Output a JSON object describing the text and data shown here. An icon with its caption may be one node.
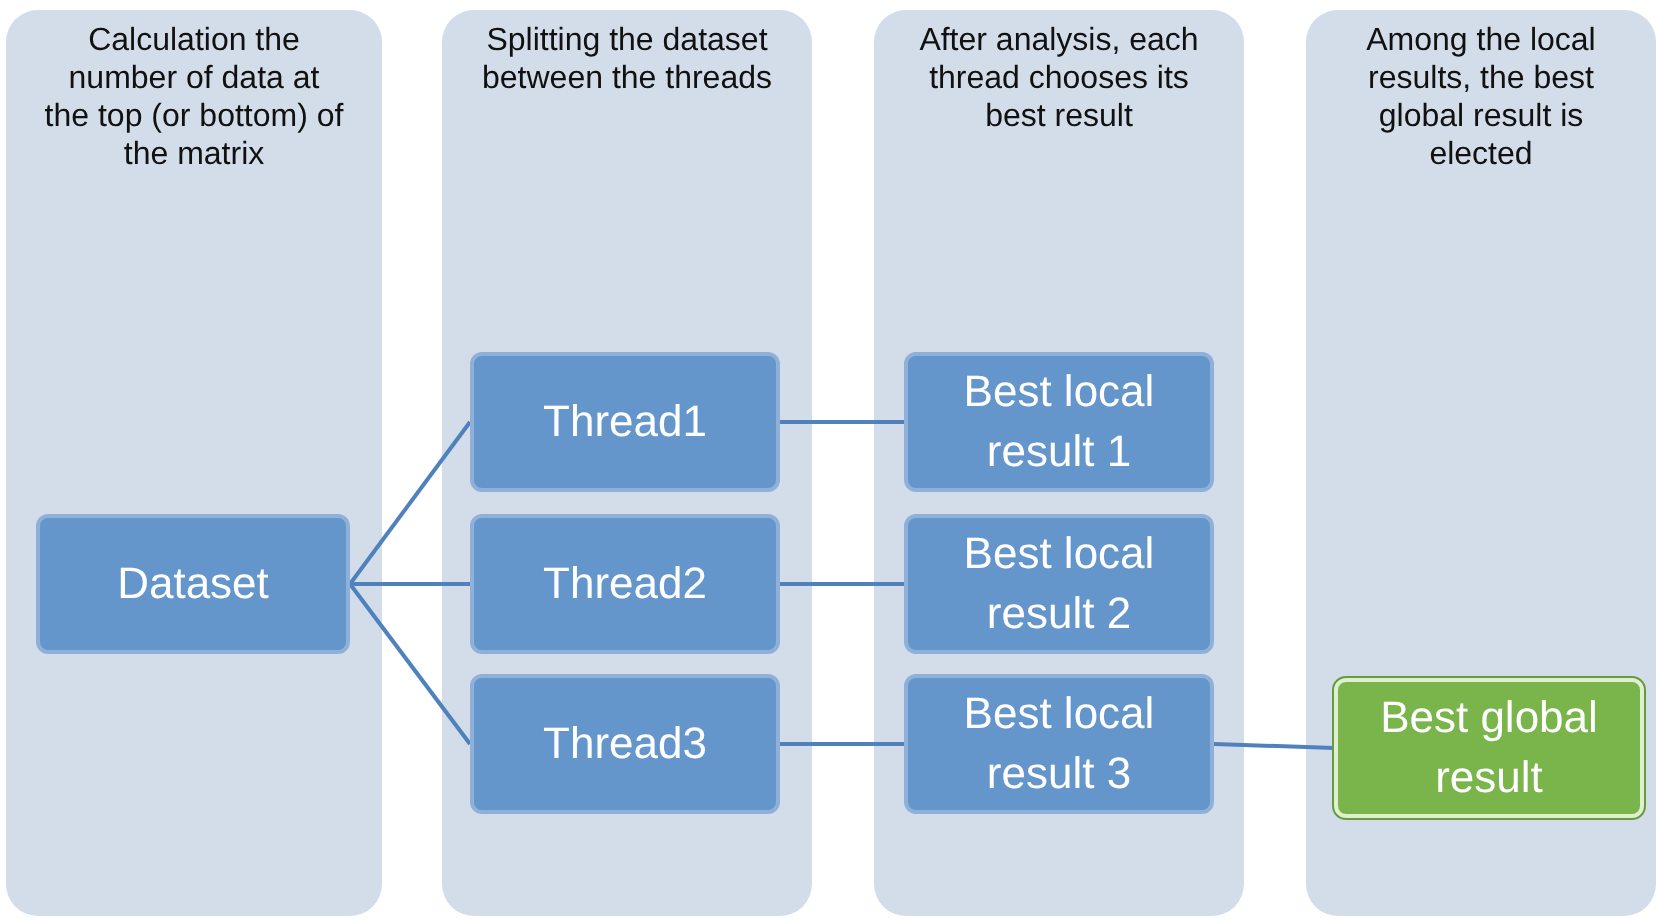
{
  "diagram": {
    "nodes": [
      {
        "text": [
          "Calculation the number of data at the top (or bottom) of the matrix"
        ]
      },
      {
        "text": [
          "Splitting the dataset between the threads"
        ]
      },
      {
        "text": [
          "After analysis, each thread chooses its best result"
        ]
      },
      {
        "text": [
          "Among the local results, the best global result is elected"
        ]
      },
      {
        "text": [
          "Dataset"
        ],
        "in": 0
      },
      {
        "text": [
          "Thread1"
        ],
        "in": 1
      },
      {
        "text": [
          "Thread2"
        ],
        "in": 1
      },
      {
        "text": [
          "Thread3"
        ],
        "in": 1
      },
      {
        "text": [
          "Best local result 1"
        ],
        "in": 2
      },
      {
        "text": [
          "Best local result 2"
        ],
        "in": 2
      },
      {
        "text": [
          "Best local result 3"
        ],
        "in": 2
      },
      {
        "text": [
          "Best global result"
        ],
        "in": 3
      }
    ],
    "edges": [
      {
        "from": 4,
        "to": 5,
        "arrow": "none"
      },
      {
        "from": 4,
        "to": 6,
        "arrow": "none"
      },
      {
        "from": 4,
        "to": 7,
        "arrow": "none"
      },
      {
        "from": 5,
        "to": 8,
        "arrow": "none"
      },
      {
        "from": 6,
        "to": 9,
        "arrow": "none"
      },
      {
        "from": 7,
        "to": 10,
        "arrow": "none"
      },
      {
        "from": 10,
        "to": 11,
        "arrow": "none"
      }
    ]
  }
}
